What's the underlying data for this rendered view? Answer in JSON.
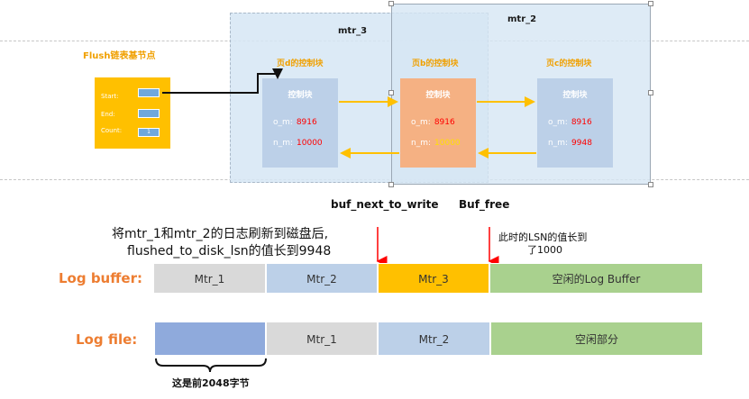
{
  "flush_title": "Flush链表基节点",
  "flush_fields": [
    {
      "label": "Start:",
      "value": ""
    },
    {
      "label": "End:",
      "value": ""
    },
    {
      "label": "Count:",
      "value": "1"
    }
  ],
  "mtr3_label": "mtr_3",
  "mtr2_label": "mtr_2",
  "pages": [
    {
      "header": "页d的控制块",
      "title": "控制块",
      "o_label": "o_m:",
      "o_value": "8916",
      "n_label": "n_m:",
      "n_value": "10000"
    },
    {
      "header": "页b的控制块",
      "title": "控制块",
      "o_label": "o_m:",
      "o_value": "8916",
      "n_label": "n_m:",
      "n_value": "10000"
    },
    {
      "header": "页c的控制块",
      "title": "控制块",
      "o_label": "o_m:",
      "o_value": "8916",
      "n_label": "n_m:",
      "n_value": "9948"
    }
  ],
  "pointers": {
    "next_write": "buf_next_to_write",
    "free": "Buf_free"
  },
  "caption_line1": "将mtr_1和mtr_2的日志刷新到磁盘后,",
  "caption_line2": "flushed_to_disk_lsn的值长到9948",
  "note_line1": "此时的LSN的值长到",
  "note_line2": "了1000",
  "log_buffer": {
    "label": "Log buffer:",
    "segments": [
      "Mtr_1",
      "Mtr_2",
      "Mtr_3",
      "空闲的Log Buffer"
    ]
  },
  "log_file": {
    "label": "Log file:",
    "segments": [
      "",
      "Mtr_1",
      "Mtr_2",
      "空闲部分"
    ]
  },
  "brace_caption": "这是前2048字节",
  "colors": {
    "orange": "#ffc000",
    "blue_block": "#bcd0e8",
    "orange_block": "#f5b183",
    "mtr_bg": "#d6e6f4",
    "gray": "#d9d9d9",
    "green": "#a9d18e",
    "lavender": "#8faadc",
    "accent_text": "#ed7d31"
  }
}
